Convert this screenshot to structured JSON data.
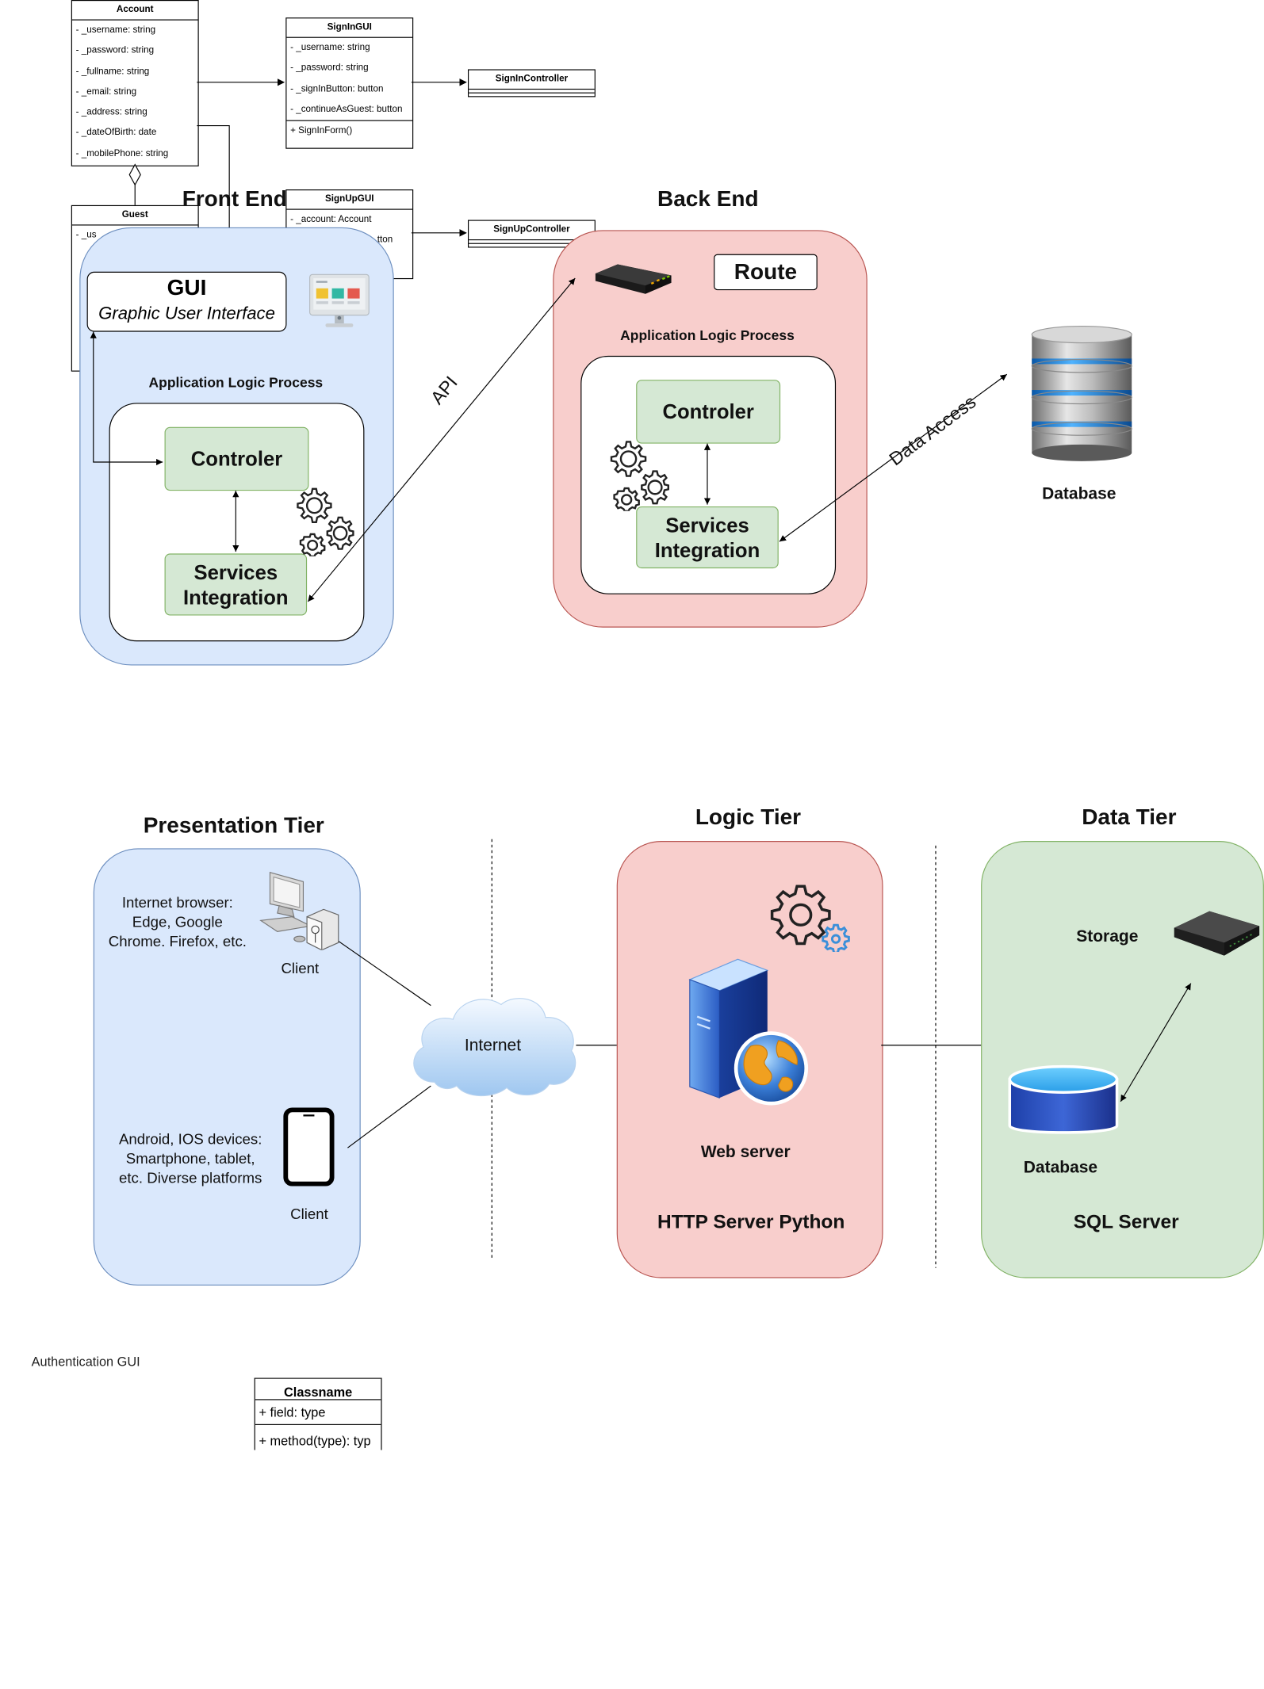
{
  "uml": {
    "account": {
      "name": "Account",
      "fields": [
        "- _username: string",
        "- _password: string",
        "- _fullname: string",
        "- _email: string",
        "- _address: string",
        "- _dateOfBirth: date",
        "- _mobilePhone: string"
      ]
    },
    "signin_gui": {
      "name": "SignInGUI",
      "fields": [
        "- _username: string",
        "- _password: string",
        "- _signInButton: button",
        "- _continueAsGuest: button"
      ],
      "methods": [
        "+ SignInForm()"
      ]
    },
    "signin_controller": {
      "name": "SignInController"
    },
    "signup_gui": {
      "name": "SignUpGUI",
      "fields": [
        "- _account: Account"
      ],
      "partial_text": "tton"
    },
    "signup_controller": {
      "name": "SignUpController"
    },
    "guest": {
      "name": "Guest",
      "partial_text": "- _us"
    },
    "classname": {
      "name": "Classname",
      "fields": [
        "+ field: type"
      ],
      "methods": [
        "+ method(type): typ"
      ]
    }
  },
  "frontend": {
    "title": "Front End",
    "gui_title": "GUI",
    "gui_subtitle": "Graphic User Interface",
    "alp_label": "Application Logic Process",
    "controller": "Controler",
    "services": "Services Integration"
  },
  "backend": {
    "title": "Back End",
    "route": "Route",
    "alp_label": "Application Logic Process",
    "controller": "Controler",
    "services": "Services Integration"
  },
  "database_top": {
    "label": "Database"
  },
  "edges": {
    "api": "API",
    "data_access": "Data Access"
  },
  "tiers": {
    "presentation": {
      "title": "Presentation Tier",
      "browser_text": "Internet browser:\nEdge, Google\nChrome. Firefox, etc.",
      "client1": "Client",
      "mobile_text": "Android, IOS devices:\nSmartphone, tablet,\netc. Diverse platforms",
      "client2": "Client"
    },
    "internet": "Internet",
    "logic": {
      "title": "Logic Tier",
      "web_server": "Web server",
      "http": "HTTP Server Python"
    },
    "data": {
      "title": "Data Tier",
      "storage": "Storage",
      "database": "Database",
      "sql": "SQL Server"
    }
  },
  "footer": {
    "auth_label": "Authentication GUI"
  },
  "colors": {
    "blue_fill": "#dae8fc",
    "blue_stroke": "#6c8ebf",
    "red_fill": "#f8cecc",
    "red_stroke": "#b85450",
    "green_fill": "#d5e8d4",
    "green_stroke": "#82b366"
  }
}
